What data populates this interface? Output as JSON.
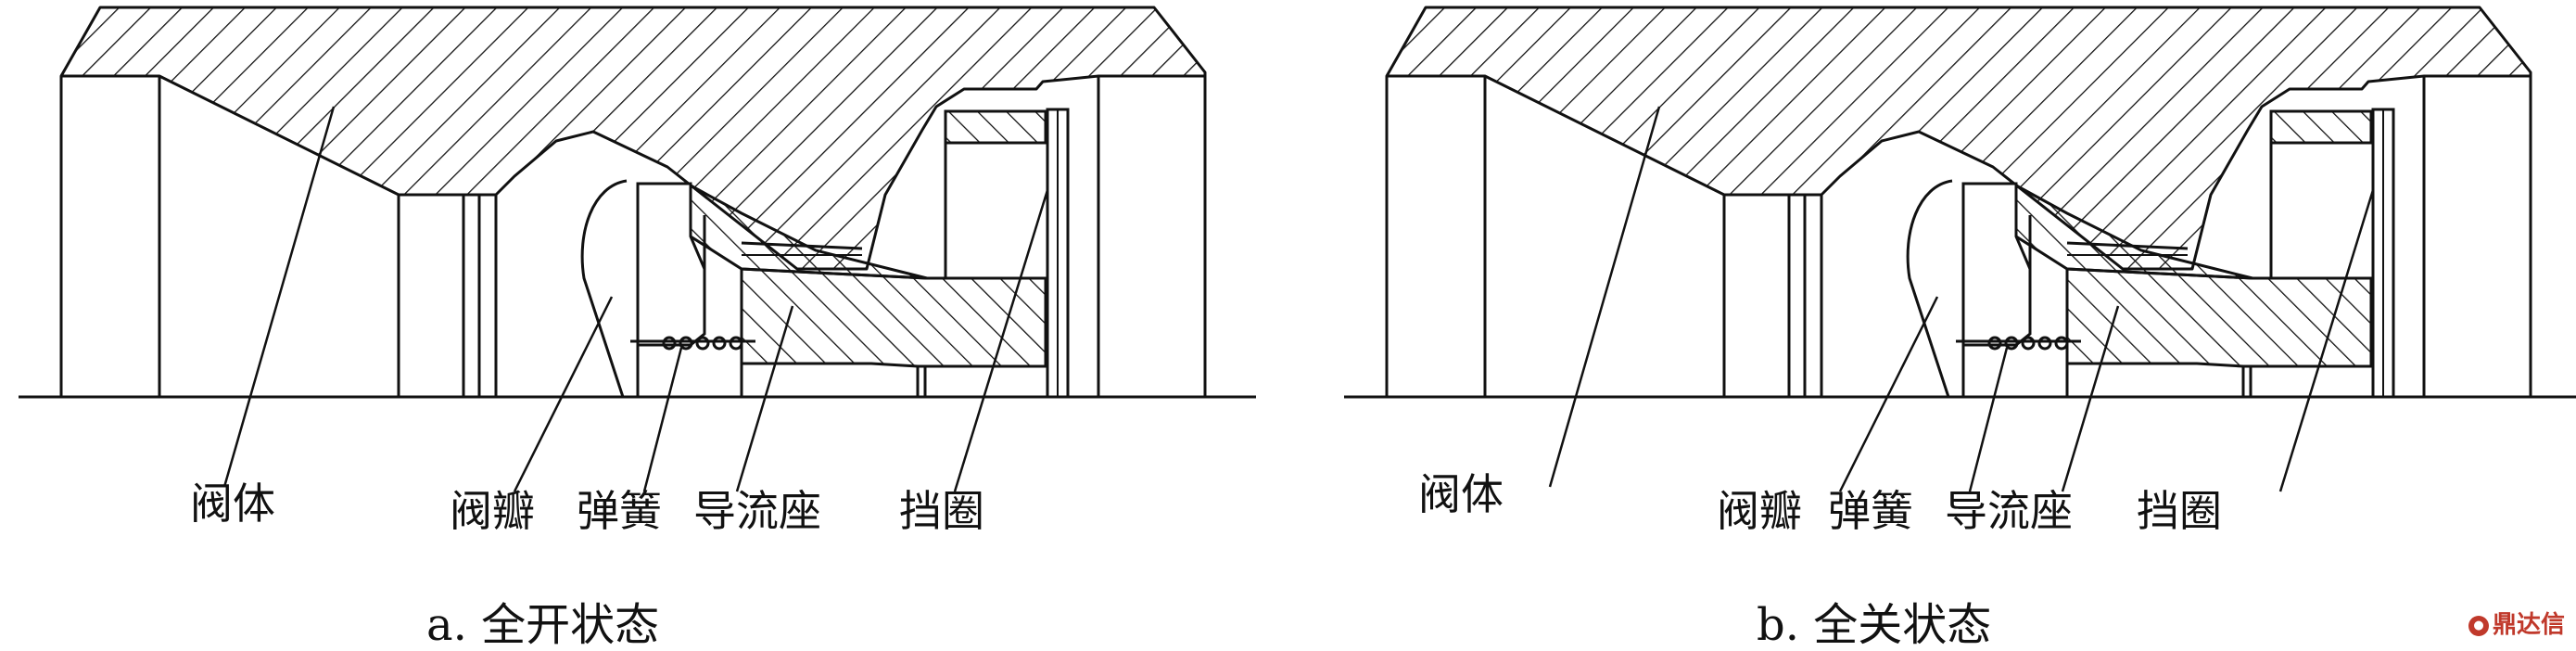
{
  "panels": [
    {
      "labels": {
        "valve_body": "阀体",
        "valve_disc": "阀瓣",
        "spring": "弹簧",
        "flow_guide_seat": "导流座",
        "retaining_ring": "挡圈"
      },
      "caption": "a. 全开状态"
    },
    {
      "labels": {
        "valve_body": "阀体",
        "valve_disc": "阀瓣",
        "spring": "弹簧",
        "flow_guide_seat": "导流座",
        "retaining_ring": "挡圈"
      },
      "caption": "b. 全关状态"
    }
  ],
  "watermark": "鼎达信"
}
